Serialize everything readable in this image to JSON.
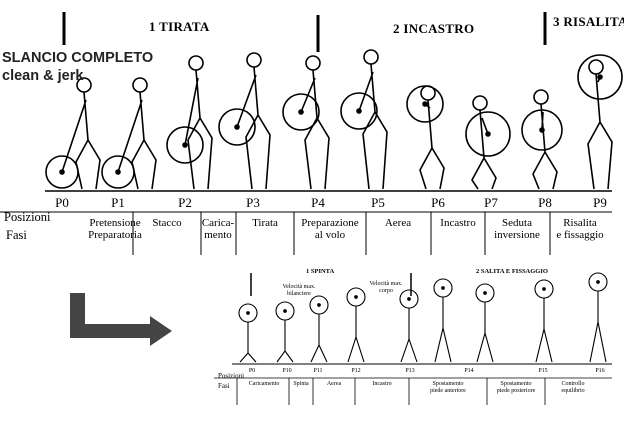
{
  "title": {
    "main": "SLANCIO COMPLETO",
    "sub": "clean & jerk"
  },
  "clean": {
    "phases": [
      "1 TIRATA",
      "2 INCASTRO",
      "3 RISALITA"
    ],
    "positions_label": "Posizioni",
    "phases_label": "Fasi",
    "positions": [
      "P0",
      "P1",
      "P2",
      "P3",
      "P4",
      "P5",
      "P6",
      "P7",
      "P8",
      "P9"
    ],
    "fasi": [
      {
        "l1": "Pretensione",
        "l2": "Preparatoria"
      },
      {
        "l1": "Stacco",
        "l2": ""
      },
      {
        "l1": "Carica-",
        "l2": "mento"
      },
      {
        "l1": "Tirata",
        "l2": ""
      },
      {
        "l1": "Preparazione",
        "l2": "al volo"
      },
      {
        "l1": "Aerea",
        "l2": ""
      },
      {
        "l1": "Incastro",
        "l2": ""
      },
      {
        "l1": "Seduta",
        "l2": "inversione"
      },
      {
        "l1": "Risalita",
        "l2": "e fissaggio"
      }
    ]
  },
  "jerk": {
    "phases": [
      "1 SPINTA",
      "2 SALITA E FISSAGGIO"
    ],
    "annotations": [
      "Velocità max. bilanciere",
      "Velocità max. corpo"
    ],
    "positions_label": "Posizioni",
    "phases_label": "Fasi",
    "positions": [
      "P0",
      "P10",
      "P11",
      "P12",
      "P13",
      "P14",
      "P15",
      "P16"
    ],
    "fasi": [
      {
        "l1": "Caricamento",
        "l2": ""
      },
      {
        "l1": "Spinta",
        "l2": ""
      },
      {
        "l1": "Aerea",
        "l2": ""
      },
      {
        "l1": "Incastro",
        "l2": ""
      },
      {
        "l1": "Spostamento",
        "l2": "piede anteriore"
      },
      {
        "l1": "Spostamento",
        "l2": "piede posteriore"
      },
      {
        "l1": "Controllo",
        "l2": "equilibrio"
      }
    ]
  },
  "arrow_icon": "arrow-right-icon"
}
